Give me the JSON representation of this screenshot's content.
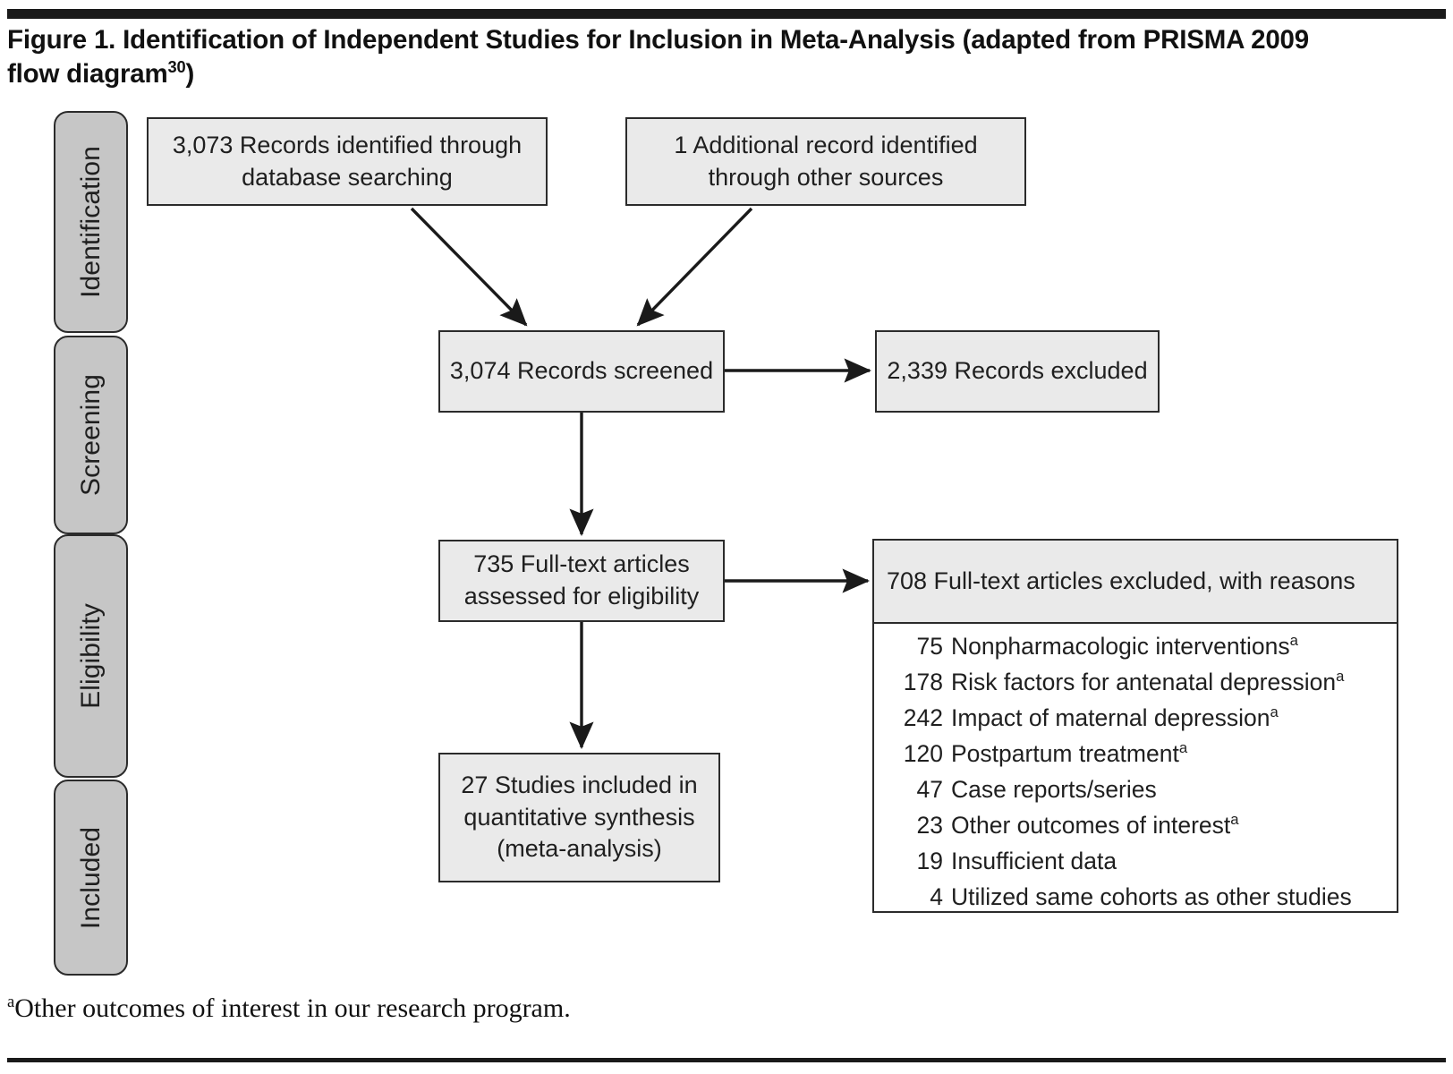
{
  "figure": {
    "title_main": "Figure 1. Identification of Independent Studies for Inclusion in Meta-Analysis (adapted from PRISMA 2009 flow diagram",
    "title_superscript": "30",
    "title_tail": ")",
    "footnote_marker": "a",
    "footnote_text": "Other outcomes of interest in our research program."
  },
  "stages": [
    {
      "id": "identification",
      "label": "Identification"
    },
    {
      "id": "screening",
      "label": "Screening"
    },
    {
      "id": "eligibility",
      "label": "Eligibility"
    },
    {
      "id": "included",
      "label": "Included"
    }
  ],
  "boxes": {
    "db_records": "3,073 Records identified through database searching",
    "other_records": "1 Additional record identified through other sources",
    "screened": "3,074 Records screened",
    "records_excluded": "2,339 Records excluded",
    "fulltext_assessed": "735 Full-text articles assessed for eligibility",
    "fulltext_excluded_header": "708 Full-text articles excluded, with reasons",
    "studies_included": "27 Studies included in quantitative synthesis (meta-analysis)"
  },
  "exclusion_reasons": [
    {
      "count": "75",
      "reason": "Nonpharmacologic interventions",
      "footnote": "a"
    },
    {
      "count": "178",
      "reason": "Risk factors for antenatal depression",
      "footnote": "a"
    },
    {
      "count": "242",
      "reason": "Impact of maternal depression",
      "footnote": "a"
    },
    {
      "count": "120",
      "reason": "Postpartum treatment",
      "footnote": "a"
    },
    {
      "count": "47",
      "reason": "Case reports/series",
      "footnote": ""
    },
    {
      "count": "23",
      "reason": "Other outcomes of interest",
      "footnote": "a"
    },
    {
      "count": "19",
      "reason": "Insufficient data",
      "footnote": ""
    },
    {
      "count": "4",
      "reason": "Utilized same cohorts as other studies",
      "footnote": ""
    }
  ],
  "colors": {
    "box_fill": "#eaeaea",
    "stage_fill": "#c6c6c6",
    "stroke": "#2b2b2b",
    "text": "#1f1f1f"
  }
}
